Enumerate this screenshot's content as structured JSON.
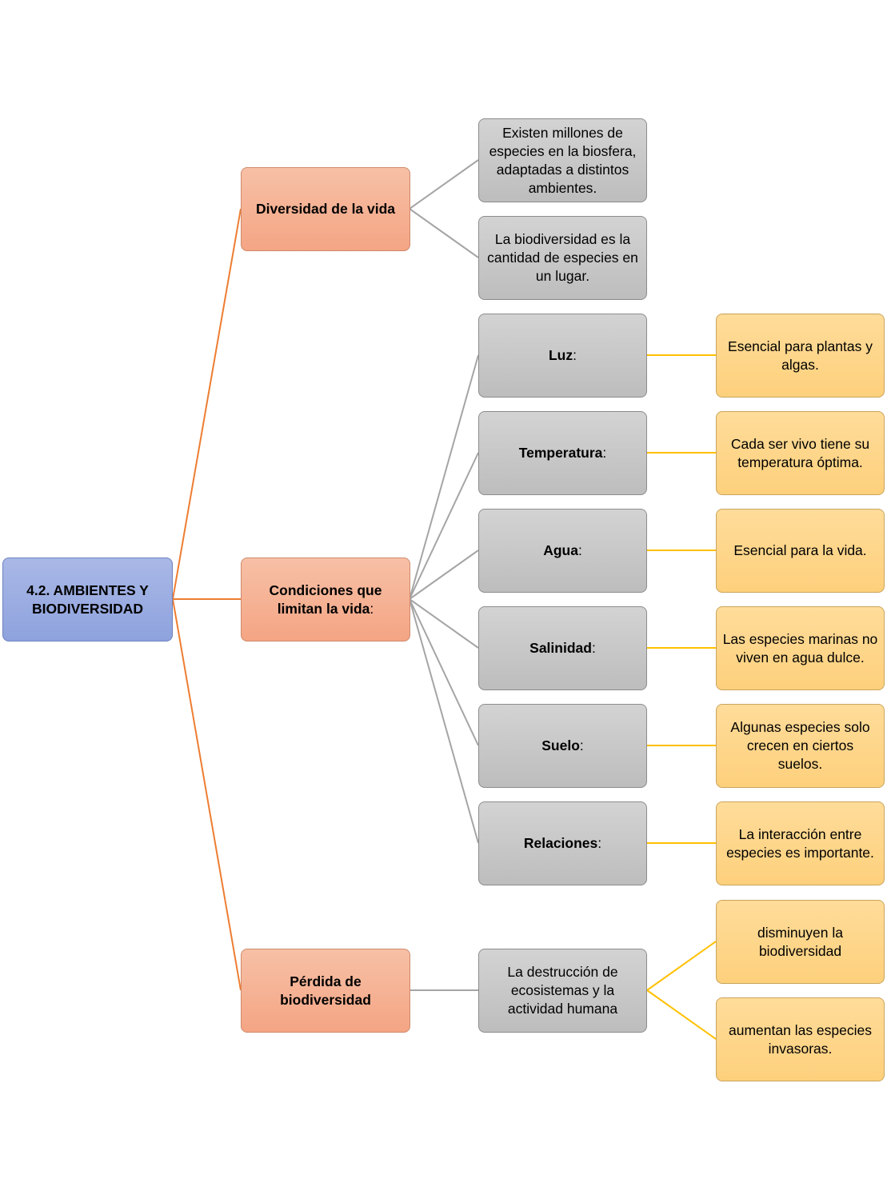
{
  "root": {
    "label": "4.2. AMBIENTES Y BIODIVERSIDAD"
  },
  "categories": [
    {
      "label": "Diversidad de la vida"
    },
    {
      "label": "Condiciones que limitan la vida",
      "suffix": ":"
    },
    {
      "label": "Pérdida de biodiversidad"
    }
  ],
  "diversity_notes": [
    "Existen millones de especies en la biosfera, adaptadas a distintos ambientes.",
    "La biodiversidad es la cantidad de especies en un lugar."
  ],
  "conditions": [
    {
      "factor": "Luz",
      "suffix": ":",
      "description": "Esencial para plantas y algas."
    },
    {
      "factor": "Temperatura",
      "suffix": ":",
      "description": "Cada ser vivo tiene su temperatura óptima."
    },
    {
      "factor": "Agua",
      "suffix": ":",
      "description": "Esencial para la vida."
    },
    {
      "factor": "Salinidad",
      "suffix": ":",
      "description": "Las especies marinas no viven en agua dulce."
    },
    {
      "factor": "Suelo",
      "suffix": ":",
      "description": "Algunas especies solo crecen en ciertos suelos."
    },
    {
      "factor": "Relaciones",
      "suffix": ":",
      "description": "La interacción entre especies es importante."
    }
  ],
  "loss": {
    "cause": "La destrucción de ecosistemas y la actividad humana",
    "effects": [
      "disminuyen la biodiversidad",
      "aumentan las especies invasoras."
    ]
  },
  "colors": {
    "root": "#8ea2dd",
    "category": "#f4a584",
    "middle": "#c8c8c8",
    "leaf": "#fdd07c",
    "root_connector": "#ed7d31",
    "middle_connector": "#a5a5a5",
    "leaf_connector": "#ffc000"
  }
}
